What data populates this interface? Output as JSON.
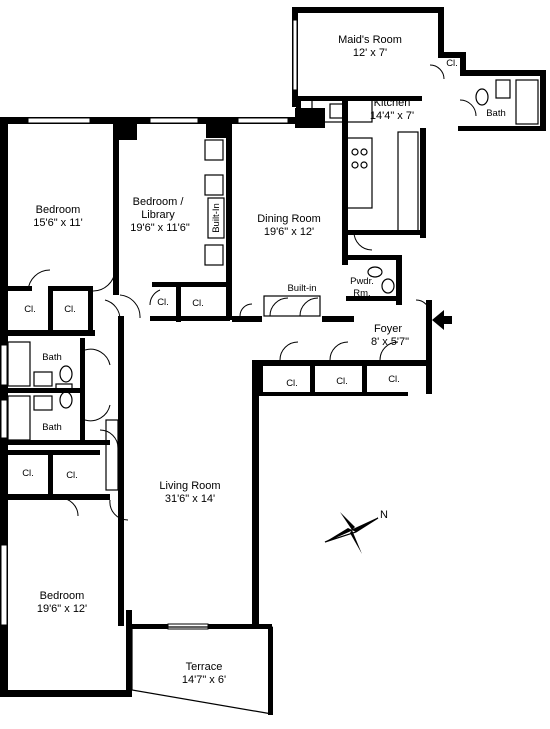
{
  "rooms": {
    "maids": {
      "name": "Maid's Room",
      "size": "12' x 7'"
    },
    "kitchen": {
      "name": "Kitchen",
      "size": "14'4\" x 7'"
    },
    "bath_kitchen": {
      "name": "Bath"
    },
    "bedroom1": {
      "name": "Bedroom",
      "size": "15'6\" x 11'"
    },
    "library": {
      "name": "Bedroom /",
      "name2": "Library",
      "size": "19'6\" x 11'6\""
    },
    "dining": {
      "name": "Dining Room",
      "size": "19'6\" x 12'"
    },
    "pwdr": {
      "name": "Pwdr.",
      "name2": "Rm."
    },
    "foyer": {
      "name": "Foyer",
      "size": "8' x 5'7\""
    },
    "living": {
      "name": "Living Room",
      "size": "31'6\" x 14'"
    },
    "bedroom2": {
      "name": "Bedroom",
      "size": "19'6\" x 12'"
    },
    "terrace": {
      "name": "Terrace",
      "size": "14'7\" x 6'"
    },
    "bath1": {
      "name": "Bath"
    },
    "bath2": {
      "name": "Bath"
    }
  },
  "labels": {
    "closet": "Cl.",
    "builtin": "Built-In",
    "builtin2": "Built-in",
    "compass_n": "N"
  }
}
